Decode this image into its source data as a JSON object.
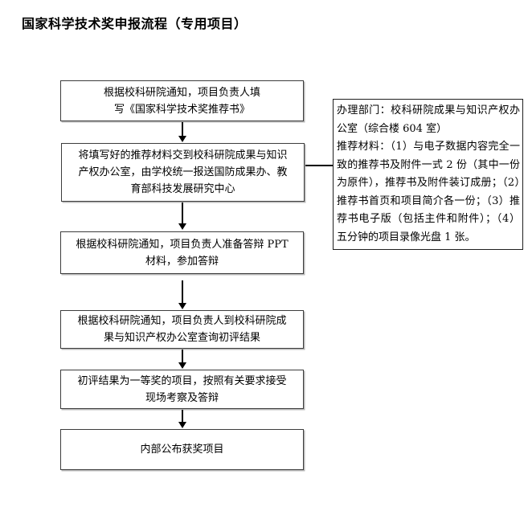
{
  "title": "国家科学技术奖申报流程（专用项目）",
  "flow": {
    "steps": [
      {
        "id": 1,
        "text": "根据校科研院通知，项目负责人填\n写《国家科学技术奖推荐书》"
      },
      {
        "id": 2,
        "text": "将填写好的推荐材料交到校科研院成果与知识\n产权办公室，由学校统一报送国防成果办、教\n育部科技发展研究中心"
      },
      {
        "id": 3,
        "text": "根据校科研院通知，项目负责人准备答辩 PPT\n材料，参加答辩"
      },
      {
        "id": 4,
        "text": "根据校科研院通知，项目负责人到校科研院成\n果与知识产权办公室查询初评结果"
      },
      {
        "id": 5,
        "text": "初评结果为一等奖的项目，按照有关要求接受\n现场考察及答辩"
      },
      {
        "id": 6,
        "text": "内部公布获奖项目"
      }
    ]
  },
  "annotation": {
    "text": "办理部门：校科研院成果与知识产权办公室（综合楼 604 室）\n推荐材料：（1）与电子数据内容完全一致的推荐书及附件一式 2 份（其中一份为原件），推荐书及附件装订成册；（2）推荐书首页和项目简介各一份；（3）推荐书电子版（包括主件和附件）；（4）五分钟的项目录像光盘 1 张。"
  },
  "colors": {
    "background": "#ffffff",
    "text": "#000000",
    "box_border": "#3d3d3d",
    "box_shadow": "#b8b8b8",
    "annotation_border": "#1f1f1f"
  }
}
